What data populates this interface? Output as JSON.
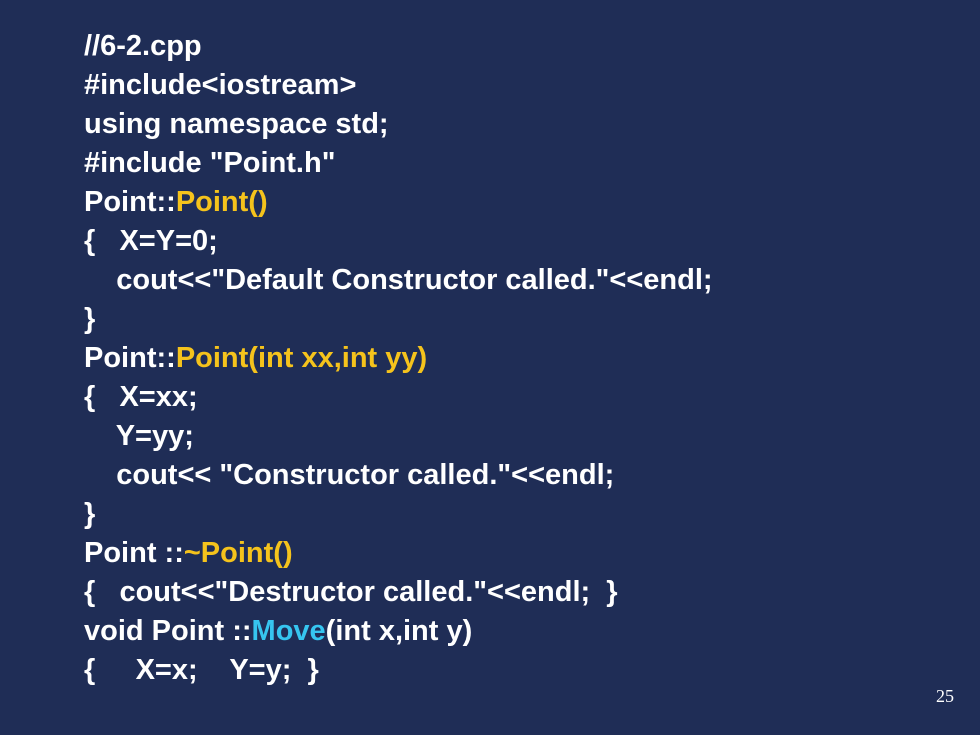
{
  "code_lines": [
    {
      "pre": "//6-2.cpp"
    },
    {
      "pre": "#include<iostream>"
    },
    {
      "pre": "using namespace std;"
    },
    {
      "pre": "#include \"Point.h\""
    },
    {
      "pre": "Point::",
      "hl": "Point()",
      "post": ""
    },
    {
      "pre": "{   X=Y=0;"
    },
    {
      "pre": "    cout<<\"Default Constructor called.\"<<endl;"
    },
    {
      "pre": "}"
    },
    {
      "pre": "Point::",
      "hl": "Point(int xx,int yy)",
      "post": ""
    },
    {
      "pre": "{   X=xx;"
    },
    {
      "pre": "    Y=yy;"
    },
    {
      "pre": "    cout<< \"Constructor called.\"<<endl;"
    },
    {
      "pre": "}"
    },
    {
      "pre": "Point ::",
      "hl": "~Point()",
      "post": ""
    },
    {
      "pre": "{   cout<<\"Destructor called.\"<<endl;  }"
    },
    {
      "pre": "void Point ::",
      "hl": "Move",
      "post": "(int x,int y)"
    },
    {
      "pre": "{     X=x;    Y=y;  }"
    }
  ],
  "page_number": "25",
  "colors": {
    "background": "#1f2d56",
    "text": "#ffffff",
    "highlight_yellow": "#f5c31c",
    "highlight_cyan": "#36c5f0"
  }
}
